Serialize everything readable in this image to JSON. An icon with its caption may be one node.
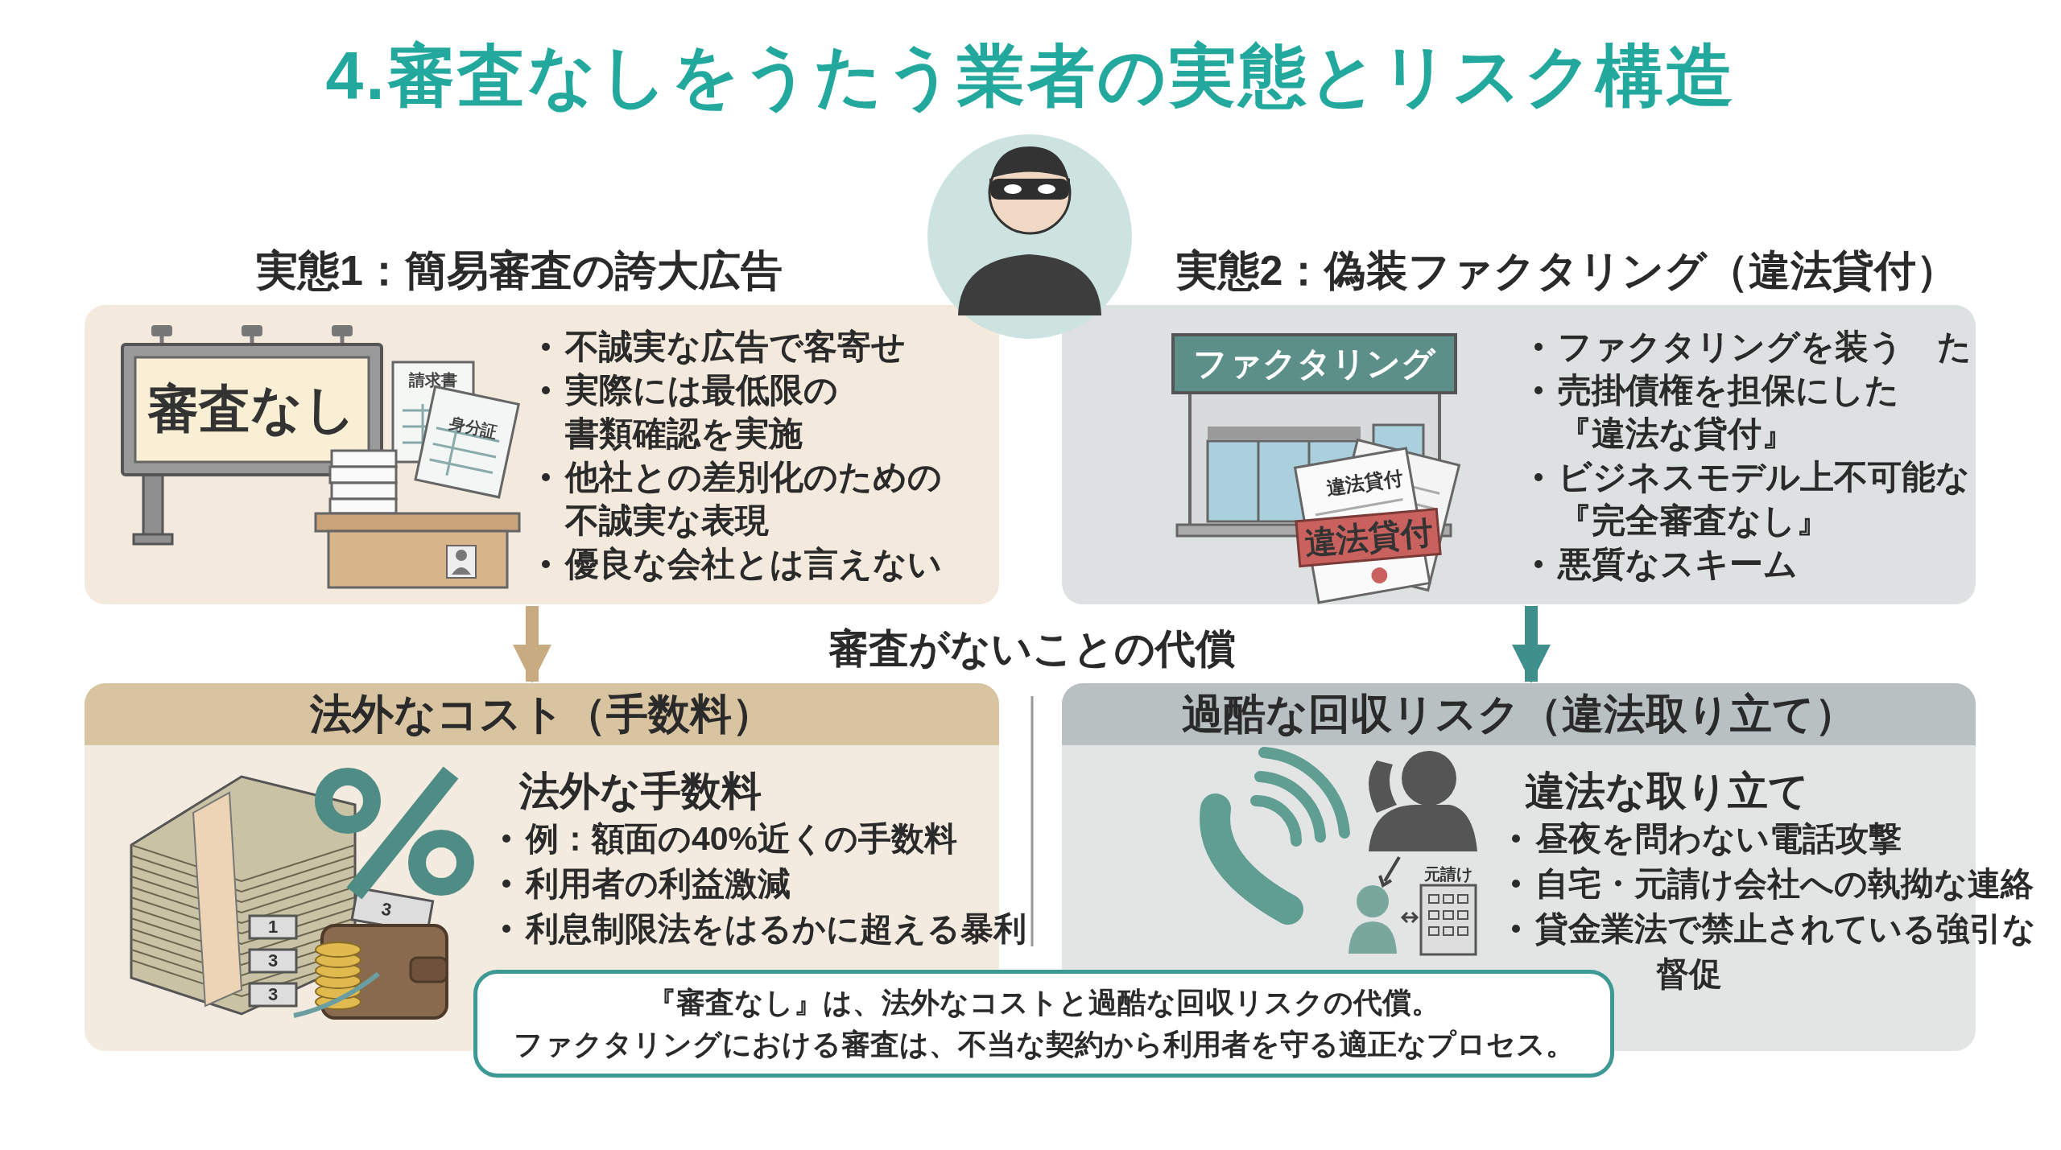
{
  "diagram": {
    "title": "4.審査なしをうたう業者の実態とリスク構造",
    "nodes": [
      {
        "text": [
          "実態1：簡易審査の誇大広告",
          "不誠実な広告で客寄せ",
          "実際には最低限の書類確認を実施",
          "他社との差別化のための不誠実な表現",
          "優良な会社とは言えない"
        ]
      },
      {
        "text": [
          "実態2：偽装ファクタリング（違法貸付）",
          "ファクタリングを装う　た",
          "売掛債権を担保にした『違法な貸付』",
          "ビジネスモデル上不可能な『完全審査なし』",
          "悪質なスキーム"
        ]
      },
      {
        "text": [
          "法外なコスト（手数料）",
          "法外な手数料",
          "例：額面の40%近くの手数料",
          "利用者の利益激減",
          "利息制限法をはるかに超える暴利"
        ]
      },
      {
        "text": [
          "過酷な回収リスク（違法取り立て）",
          "違法な取り立て",
          "昼夜を問わない電話攻撃",
          "自宅・元請け会社への執拗な連絡",
          "貸金業法で禁止されている強引な督促"
        ]
      },
      {
        "text": [
          "『審査なし』は、法外なコストと過酷な回収リスクの代償。",
          "ファクタリングにおける審査は、不当な契約から利用者を守る適正なプロセス。"
        ]
      }
    ],
    "edges": [
      {
        "from": 0,
        "to": 2,
        "arrow": "to",
        "color": "#c8ab80"
      },
      {
        "from": 1,
        "to": 3,
        "arrow": "to",
        "color": "#3f8f8c"
      }
    ],
    "labels": [
      "審査なし",
      "請求書",
      "身分証",
      "ファクタリング",
      "違法貸付",
      "違法貸付",
      "審査がないことの代償",
      "3",
      "1",
      "3",
      "3",
      "元請け"
    ]
  }
}
